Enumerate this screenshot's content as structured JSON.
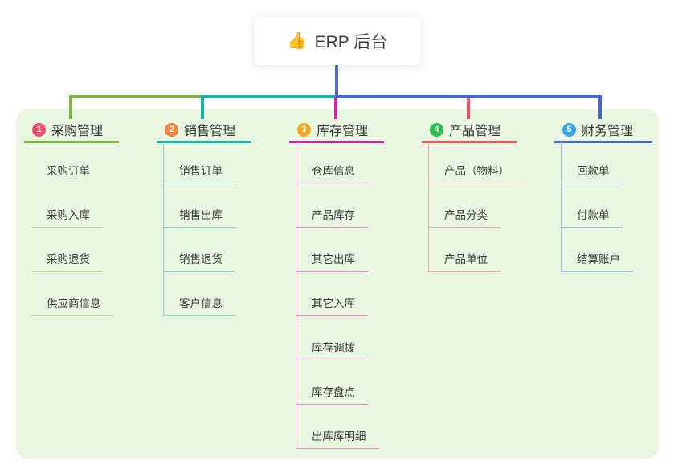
{
  "root": {
    "icon": "thumbs-up-icon",
    "icon_char": "👍",
    "title": "ERP 后台",
    "line_color": "#5568dc"
  },
  "panel": {
    "background": "#e9f6e2"
  },
  "branches": [
    {
      "num": "1",
      "label": "采购管理",
      "badge_color": "#ef5168",
      "line_color": "#7eb63d",
      "child_line_color": "#badc92",
      "children": [
        "采购订单",
        "采购入库",
        "采购退货",
        "供应商信息"
      ]
    },
    {
      "num": "2",
      "label": "销售管理",
      "badge_color": "#f58440",
      "line_color": "#12b5a6",
      "child_line_color": "#8ad7cd",
      "children": [
        "销售订单",
        "销售出库",
        "销售退货",
        "客户信息"
      ]
    },
    {
      "num": "3",
      "label": "库存管理",
      "badge_color": "#f6a723",
      "line_color": "#d6219c",
      "child_line_color": "#ef86c9",
      "children": [
        "仓库信息",
        "产品库存",
        "其它出库",
        "其它入库",
        "库存调拨",
        "库存盘点",
        "出库库明细"
      ]
    },
    {
      "num": "4",
      "label": "产品管理",
      "badge_color": "#2dbd4f",
      "line_color": "#f4515c",
      "child_line_color": "#f9a6ab",
      "children": [
        "产品（物料）",
        "产品分类",
        "产品单位"
      ]
    },
    {
      "num": "5",
      "label": "财务管理",
      "badge_color": "#3ba4e0",
      "line_color": "#4464d9",
      "child_line_color": "#a6bcec",
      "children": [
        "回款单",
        "付款单",
        "结算账户"
      ]
    }
  ]
}
